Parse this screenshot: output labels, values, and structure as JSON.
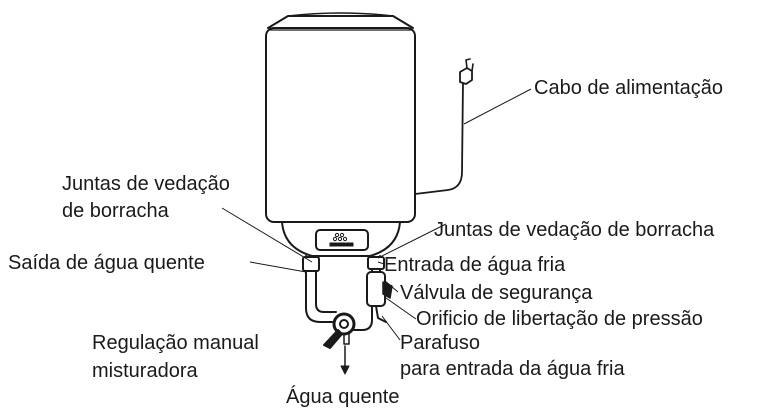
{
  "labels": {
    "power_cable": "Cabo de alimentação",
    "gaskets_left_line1": "Juntas de vedação",
    "gaskets_left_line2": "de borracha",
    "gaskets_right": "Juntas de vedação de borracha",
    "hot_water_outlet": "Saída de água quente",
    "cold_water_inlet": "Entrada  de água fria",
    "safety_valve": "Válvula de segurança",
    "pressure_relief_hole": "Orificio de libertação de pressão",
    "screw_line1": "Parafuso",
    "screw_line2": "para entrada da água fria",
    "mixer_line1": "Regulação manual",
    "mixer_line2": "misturadora",
    "hot_water": "Água quente"
  }
}
